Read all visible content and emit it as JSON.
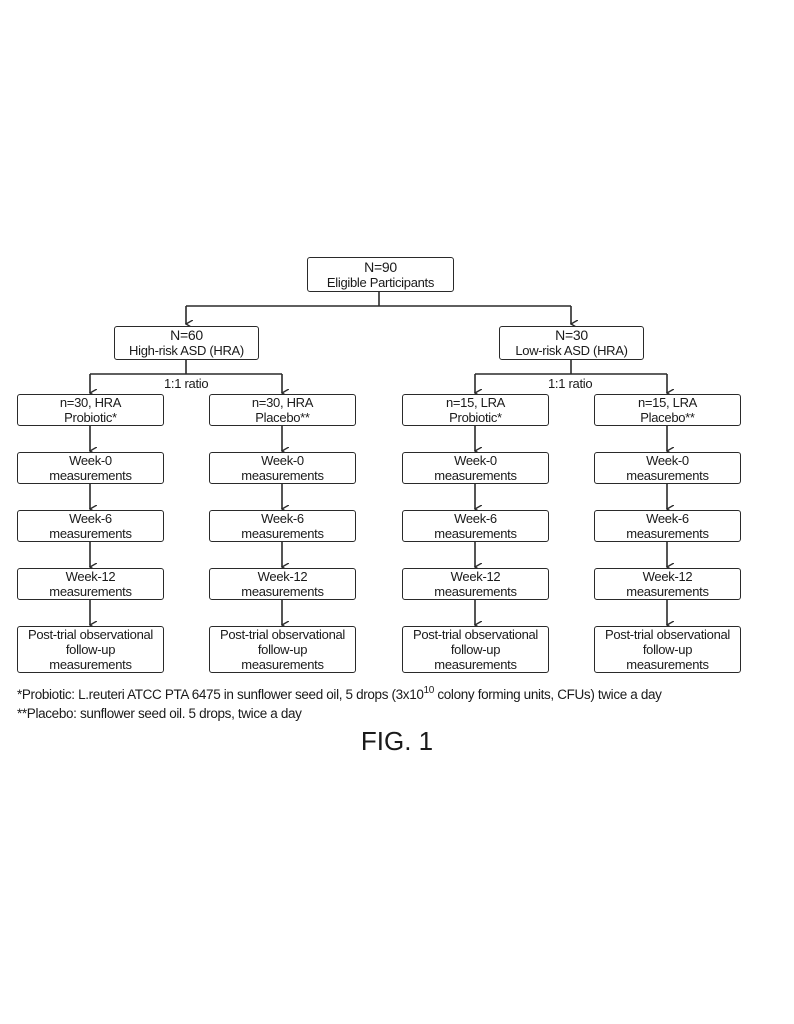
{
  "root": {
    "line1": "N=90",
    "line2": "Eligible Participants"
  },
  "groups": [
    {
      "line1": "N=60",
      "line2": "High-risk ASD (HRA)",
      "ratio_label": "1:1 ratio",
      "arms": [
        {
          "line1": "n=30, HRA",
          "line2": "Probiotic*"
        },
        {
          "line1": "n=30, HRA",
          "line2": "Placebo**"
        }
      ]
    },
    {
      "line1": "N=30",
      "line2": "Low-risk ASD (HRA)",
      "ratio_label": "1:1 ratio",
      "arms": [
        {
          "line1": "n=15, LRA",
          "line2": "Probiotic*"
        },
        {
          "line1": "n=15, LRA",
          "line2": "Placebo**"
        }
      ]
    }
  ],
  "steps": [
    {
      "line1": "Week-0",
      "line2": "measurements"
    },
    {
      "line1": "Week-6",
      "line2": "measurements"
    },
    {
      "line1": "Week-12",
      "line2": "measurements"
    },
    {
      "line1": "Post-trial observational",
      "line2": "follow-up",
      "line3": "measurements"
    }
  ],
  "footnotes": {
    "probiotic_pre": "*Probiotic: L.reuteri ATCC PTA 6475 in sunflower seed oil, 5 drops (3x10",
    "probiotic_exp": "10",
    "probiotic_post": " colony forming units, CFUs) twice a day",
    "placebo": "**Placebo: sunflower seed oil. 5 drops, twice a day"
  },
  "figure_label": "FIG. 1"
}
